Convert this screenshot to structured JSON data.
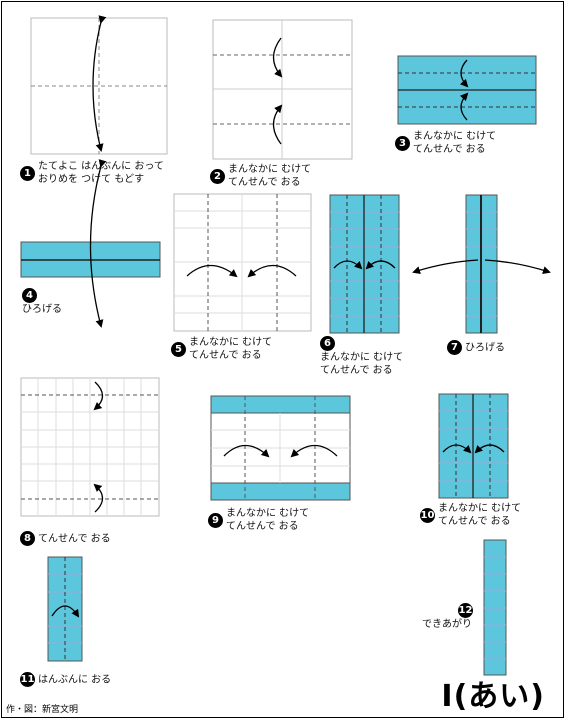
{
  "colors": {
    "paper": "#5bc6dc",
    "line": "#222222",
    "grid": "#cfcfcf",
    "white": "#ffffff"
  },
  "steps": [
    {
      "number": "1",
      "lines": [
        "たてよこ はんぶんに おって",
        "おりめを つけて もどす"
      ]
    },
    {
      "number": "2",
      "lines": [
        "まんなかに むけて",
        "てんせんで おる"
      ]
    },
    {
      "number": "3",
      "lines": [
        "まんなかに むけて",
        "てんせんで おる"
      ]
    },
    {
      "number": "4",
      "lines": [
        "ひろげる"
      ]
    },
    {
      "number": "5",
      "lines": [
        "まんなかに むけて",
        "てんせんで おる"
      ]
    },
    {
      "number": "6",
      "lines": [
        "まんなかに むけて",
        "てんせんで おる"
      ]
    },
    {
      "number": "7",
      "lines": [
        "ひろげる"
      ]
    },
    {
      "number": "8",
      "lines": [
        "てんせんで おる"
      ]
    },
    {
      "number": "9",
      "lines": [
        "まんなかに むけて",
        "てんせんで おる"
      ]
    },
    {
      "number": "10",
      "lines": [
        "まんなかに むけて",
        "てんせんで おる"
      ]
    },
    {
      "number": "11",
      "lines": [
        "はんぶんに おる"
      ]
    },
    {
      "number": "12",
      "lines": [
        "できあがり"
      ]
    }
  ],
  "title": "I(あい)",
  "credit": "作・図：新宮文明"
}
